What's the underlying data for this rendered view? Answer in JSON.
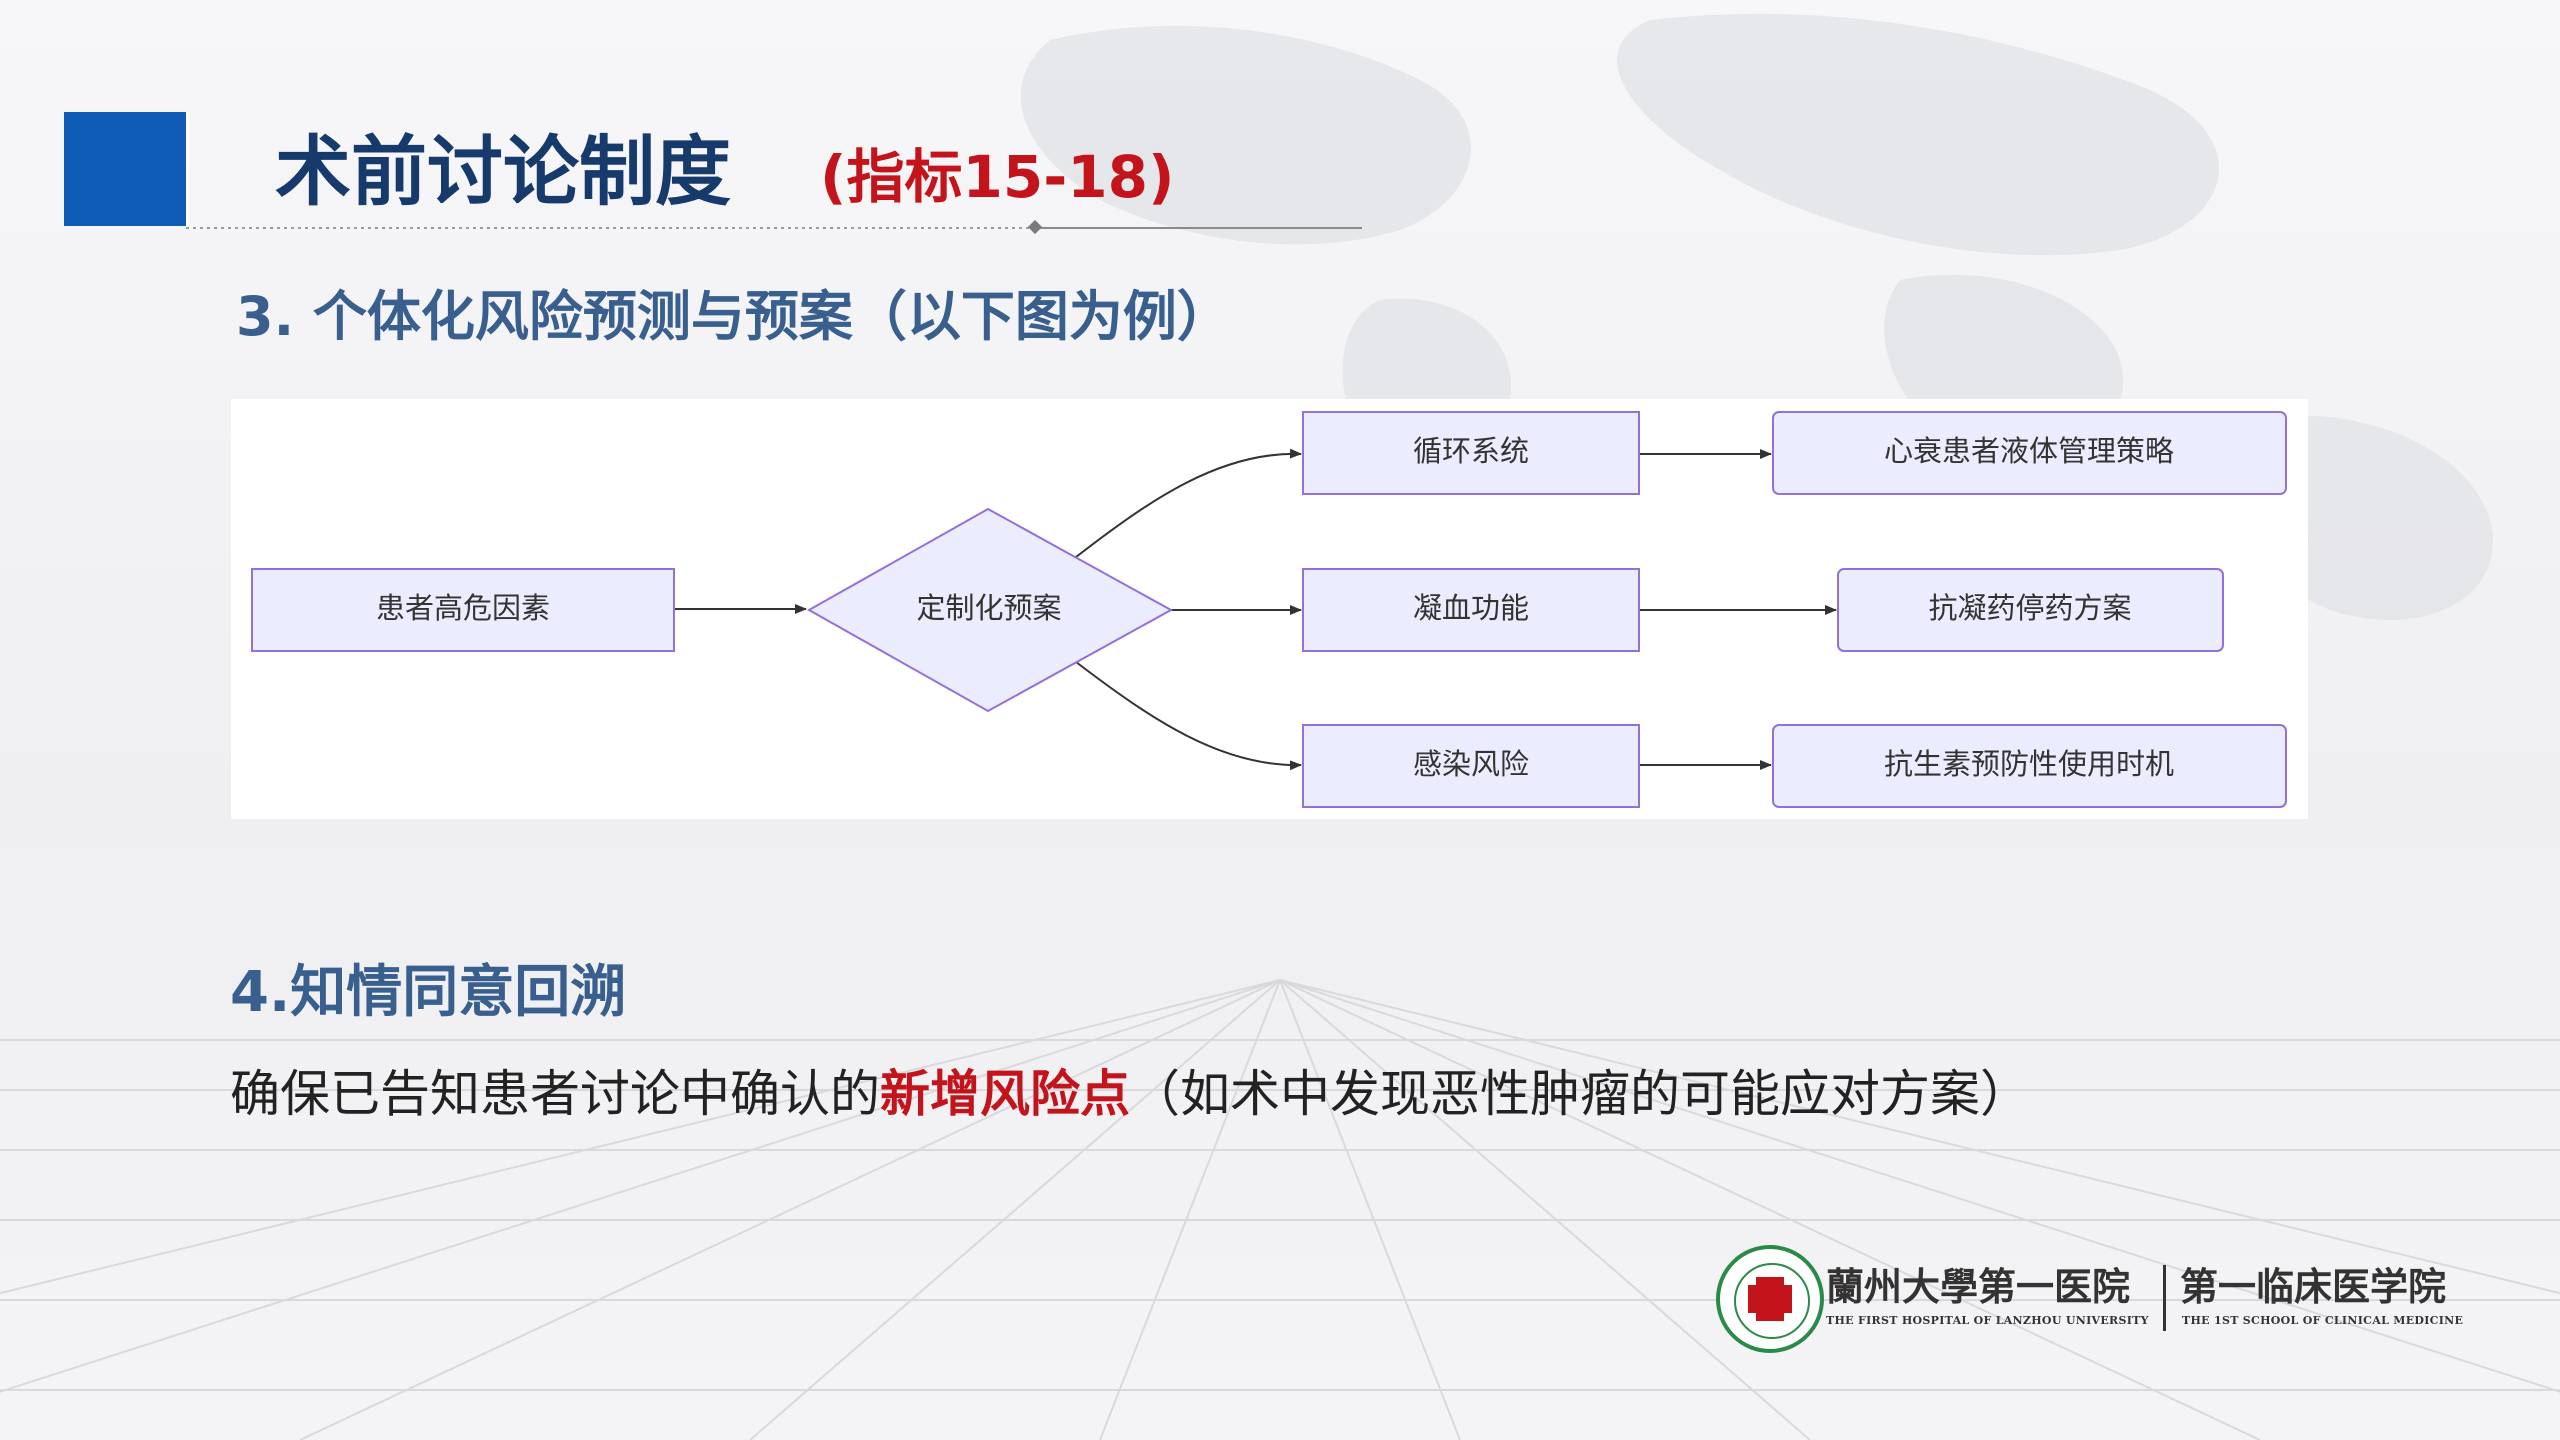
{
  "slide": {
    "title": "术前讨论制度",
    "title_suffix": "(指标15-18)",
    "section3_heading": "3. 个体化风险预测与预案（以下图为例）",
    "section4_heading": "4.知情同意回溯",
    "section4_text_before": "确保已告知患者讨论中确认的",
    "section4_text_highlight": "新增风险点",
    "section4_text_after": "（如术中发现恶性肿瘤的可能应对方案）",
    "accent_color": "#0f5cb6",
    "highlight_color": "#c4141b"
  },
  "diagram": {
    "node_fill": "#ececff",
    "node_stroke": "#9370db",
    "nodes": {
      "start": "患者高危因素",
      "decision": "定制化预案",
      "circulation": "循环系统",
      "coagulation": "凝血功能",
      "infection": "感染风险",
      "heart_failure_plan": "心衰患者液体管理策略",
      "anticoagulant_plan": "抗凝药停药方案",
      "antibiotic_plan": "抗生素预防性使用时机"
    }
  },
  "logo": {
    "name_cn": "蘭州大學第一医院",
    "name_en": "THE FIRST HOSPITAL OF LANZHOU UNIVERSITY",
    "school_cn": "第一临床医学院",
    "school_en": "THE 1ST SCHOOL OF CLINICAL MEDICINE"
  }
}
